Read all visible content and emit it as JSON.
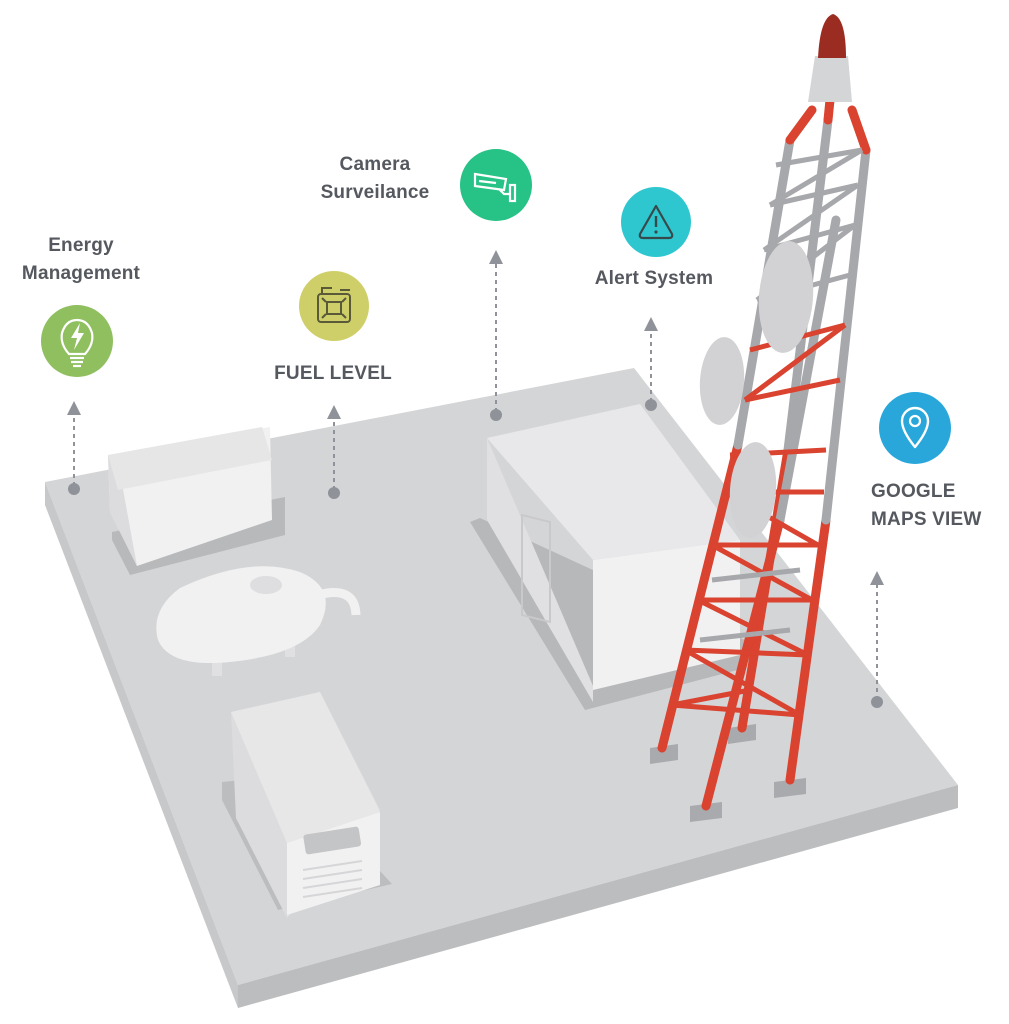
{
  "features": [
    {
      "id": "energy",
      "lines": [
        "Energy",
        "Management"
      ],
      "icon": "lightbulb-bolt-icon",
      "color": "#8fbf5f"
    },
    {
      "id": "fuel",
      "lines": [
        "FUEL LEVEL"
      ],
      "icon": "fuel-can-icon",
      "color": "#cfcf6a"
    },
    {
      "id": "camera",
      "lines": [
        "Camera",
        "Surveilance"
      ],
      "icon": "security-camera-icon",
      "color": "#27c285"
    },
    {
      "id": "alert",
      "lines": [
        "Alert System"
      ],
      "icon": "warning-triangle-icon",
      "color": "#2fc7cf"
    },
    {
      "id": "maps",
      "lines": [
        "GOOGLE",
        "MAPS VIEW"
      ],
      "icon": "map-pin-icon",
      "color": "#2aa7da"
    }
  ],
  "colors": {
    "base_top": "#d4d5d7",
    "base_side": "#c1c2c4",
    "building": "#f1f1f2",
    "tower_red": "#d9432f",
    "tower_grey": "#a7a8ab",
    "dish": "#d2d2d4",
    "connector": "#8f9399",
    "text": "#55595f"
  }
}
